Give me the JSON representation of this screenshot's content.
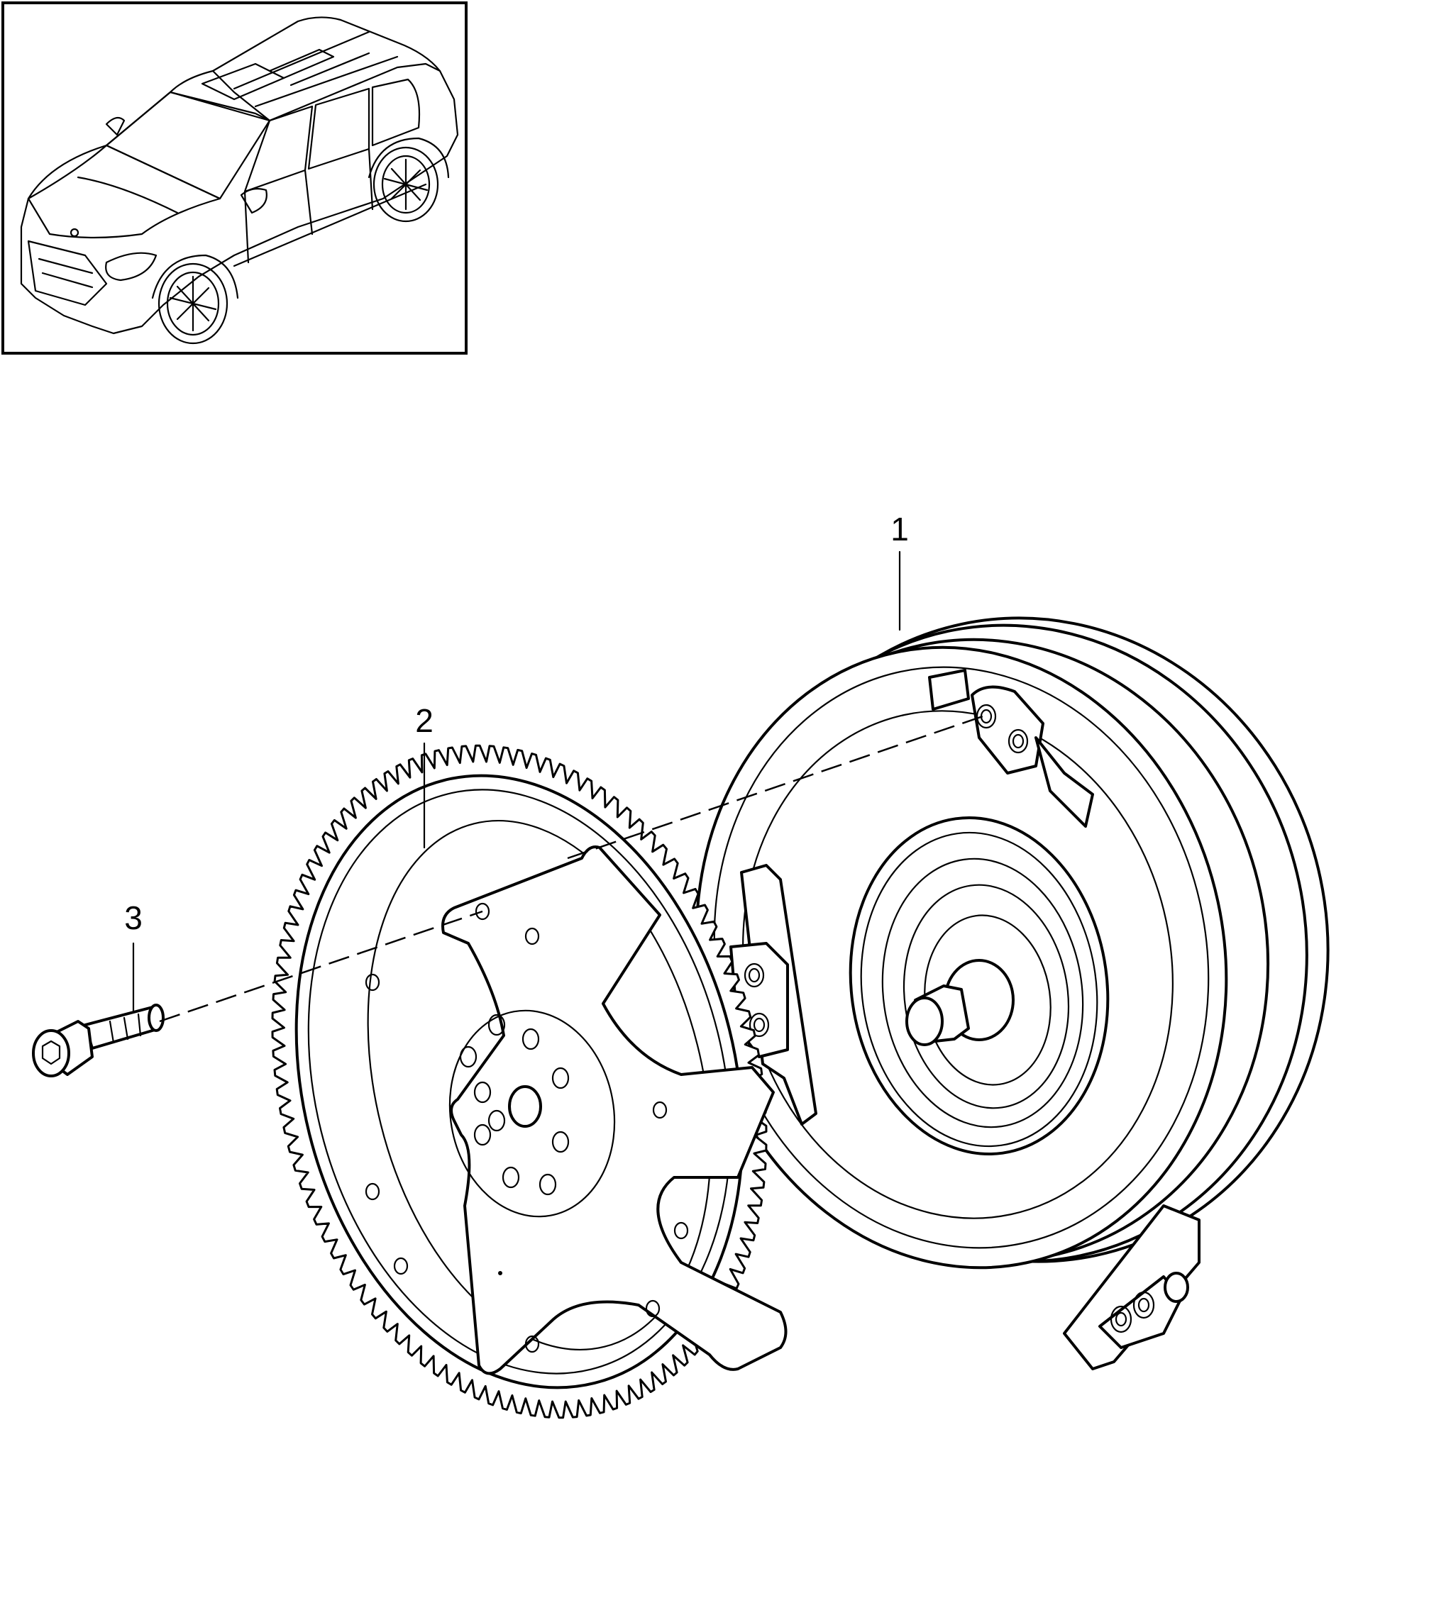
{
  "diagram": {
    "callouts": [
      {
        "id": "1",
        "label": "1"
      },
      {
        "id": "2",
        "label": "2"
      },
      {
        "id": "3",
        "label": "3"
      }
    ],
    "parts": {
      "torque_converter": "torque-converter",
      "flex_plate": "flex-plate",
      "bolt": "bolt"
    },
    "colors": {
      "line": "#000000",
      "background": "#ffffff"
    }
  }
}
